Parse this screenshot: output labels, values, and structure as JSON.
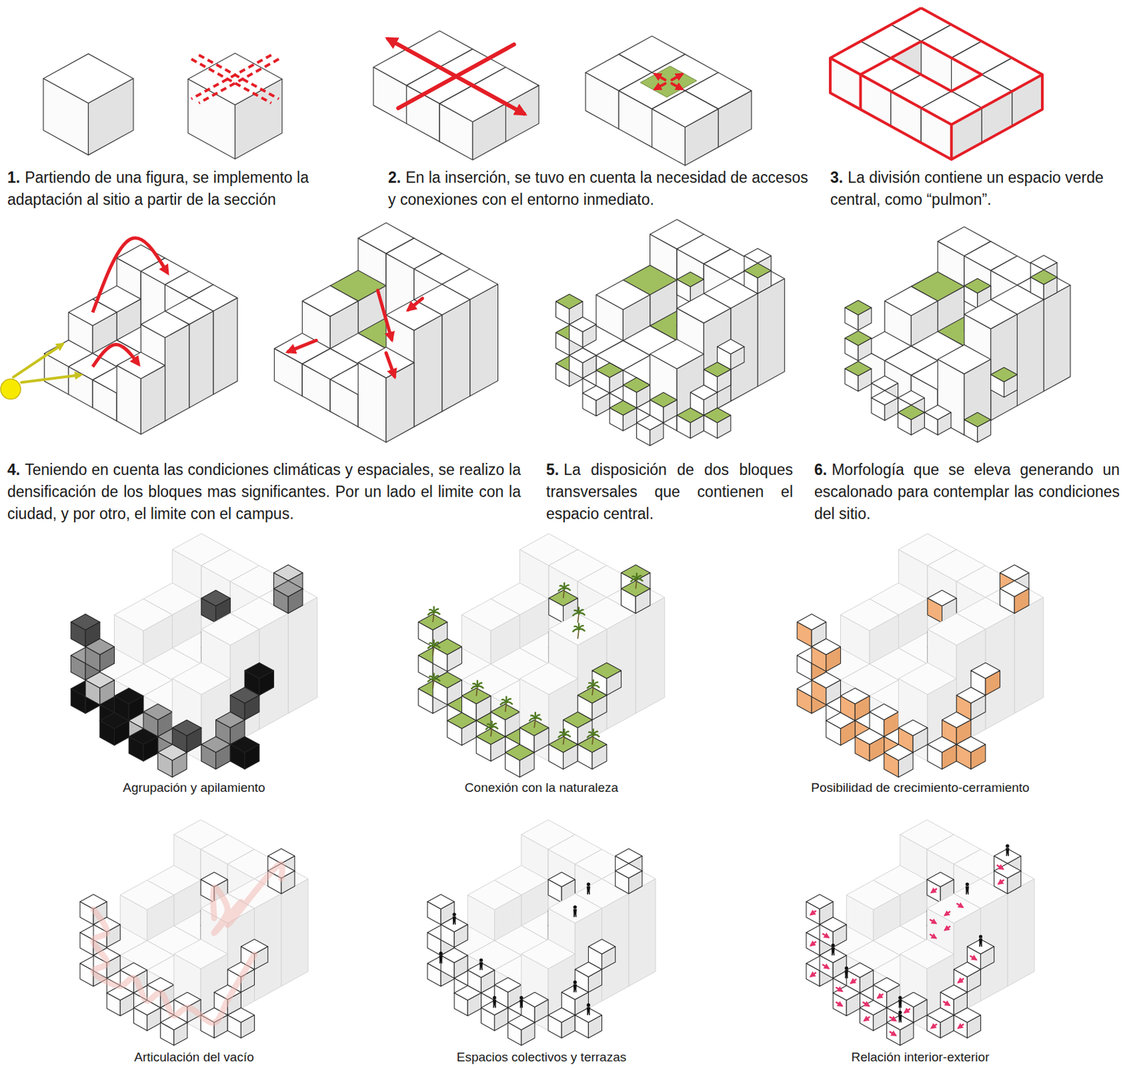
{
  "diagram": {
    "labels": [
      "1.",
      "Partiendo de una figura, se implemento la adaptación al sitio a partir de la sección",
      "2.",
      "En la inserción, se tuvo en cuenta la necesidad de accesos y conexiones con el entorno inmediato.",
      "3.",
      "La división contiene un espacio verde central, como “pulmon”.",
      "4.",
      "Teniendo en cuenta las condiciones climáticas y espaciales, se realizo la densificación de los bloques mas significantes. Por un lado el limite con la ciudad, y por otro, el limite con el campus.",
      "5.",
      "La disposición de dos bloques transversales que contienen el espacio central.",
      "6.",
      "Morfología que se eleva generando un escalonado para contemplar las condiciones del sitio.",
      "Agrupación y apilamiento",
      "Conexión con la naturaleza",
      "Posibilidad de crecimiento-cerramiento",
      "Articulación del vacío",
      "Espacios colectivos y terrazas",
      "Relación interior-exterior"
    ]
  }
}
